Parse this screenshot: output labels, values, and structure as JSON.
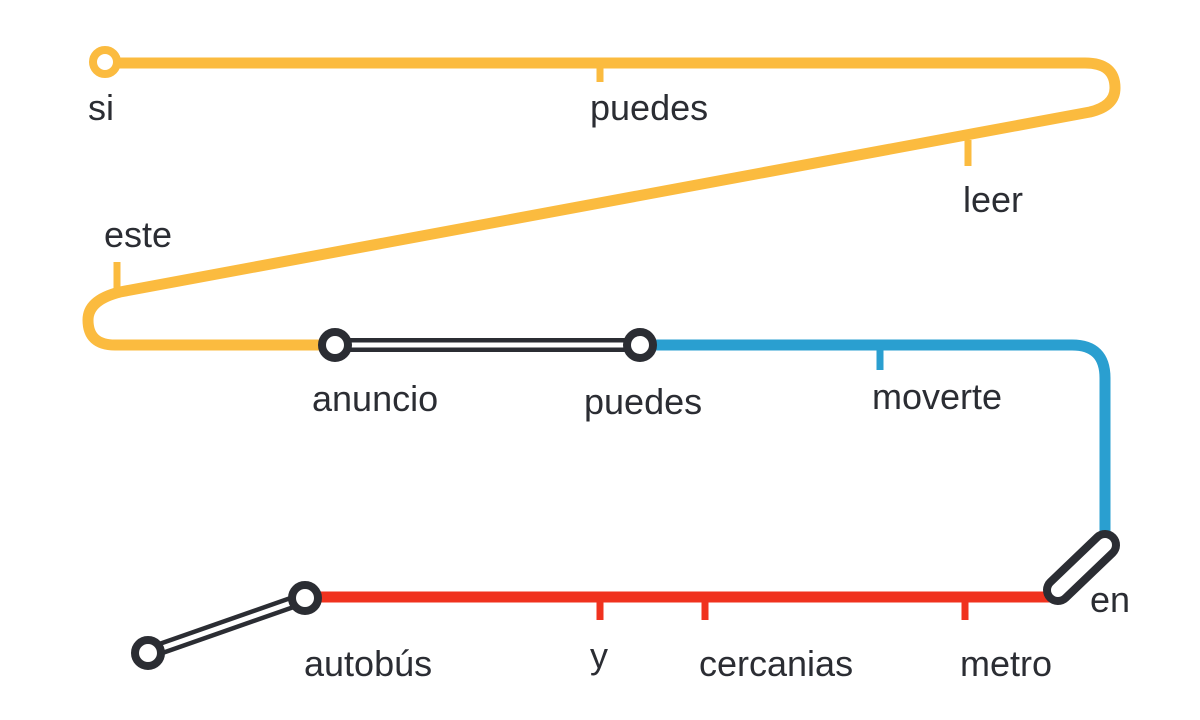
{
  "colors": {
    "yellow_line": "#fbbb3f",
    "blue_line": "#2a9fd0",
    "red_line": "#f0321e",
    "interchange": "#2b2d33"
  },
  "stations": {
    "yellow": [
      "si",
      "puedes",
      "leer",
      "este"
    ],
    "interchange_1": "anuncio",
    "interchange_2": "puedes",
    "blue": [
      "moverte"
    ],
    "interchange_3": "en",
    "red": [
      "metro",
      "cercanias",
      "y"
    ],
    "interchange_4": "autobús"
  }
}
